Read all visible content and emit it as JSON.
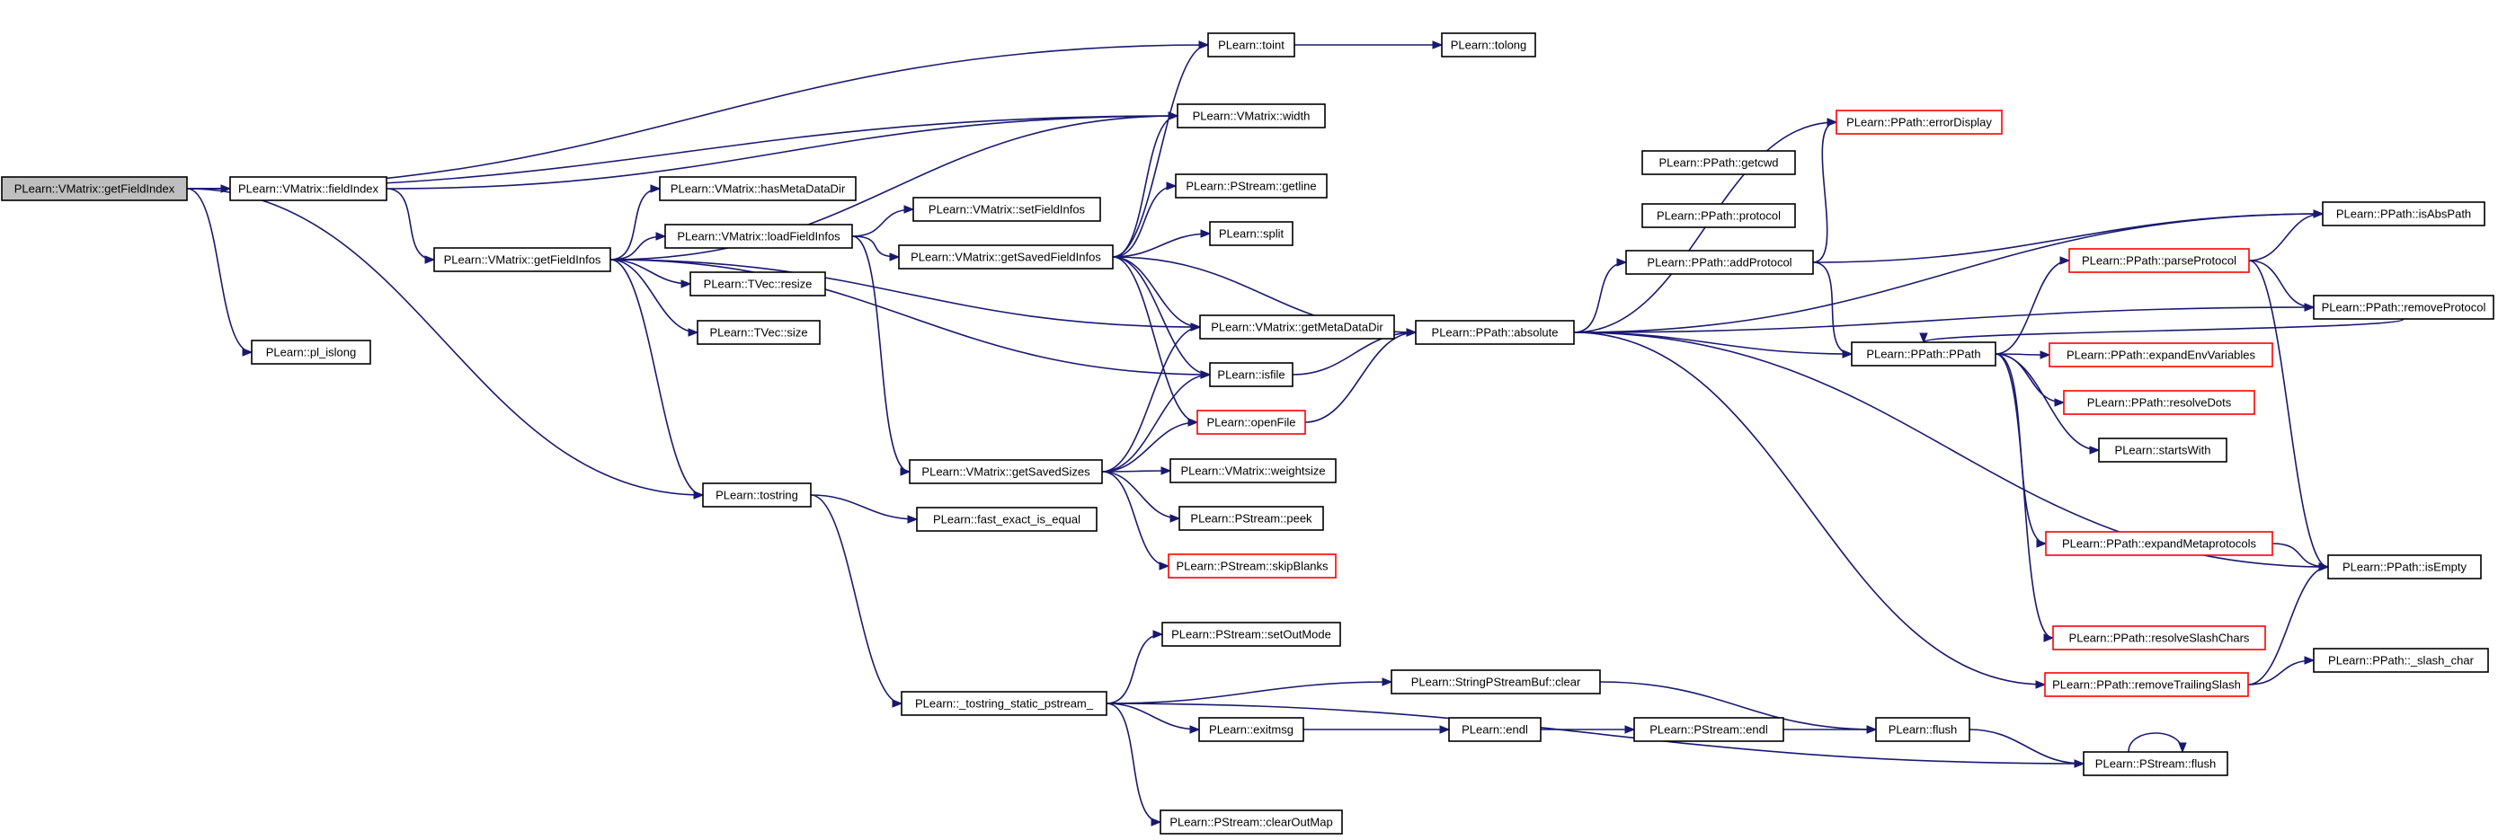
{
  "nodes": [
    {
      "id": "getFieldIndex",
      "label": "PLearn::VMatrix::getFieldIndex",
      "root": true
    },
    {
      "id": "fieldIndex",
      "label": "PLearn::VMatrix::fieldIndex"
    },
    {
      "id": "pl_islong",
      "label": "PLearn::pl_islong"
    },
    {
      "id": "getFieldInfos",
      "label": "PLearn::VMatrix::getFieldInfos"
    },
    {
      "id": "tostring",
      "label": "PLearn::tostring"
    },
    {
      "id": "hasMetaDataDir",
      "label": "PLearn::VMatrix::hasMetaDataDir"
    },
    {
      "id": "loadFieldInfos",
      "label": "PLearn::VMatrix::loadFieldInfos"
    },
    {
      "id": "resize",
      "label": "PLearn::TVec::resize"
    },
    {
      "id": "size",
      "label": "PLearn::TVec::size"
    },
    {
      "id": "setFieldInfos",
      "label": "PLearn::VMatrix::setFieldInfos"
    },
    {
      "id": "getSavedFieldInfos",
      "label": "PLearn::VMatrix::getSavedFieldInfos"
    },
    {
      "id": "getSavedSizes",
      "label": "PLearn::VMatrix::getSavedSizes"
    },
    {
      "id": "fast_exact_is_equal",
      "label": "PLearn::fast_exact_is_equal"
    },
    {
      "id": "tostring_static",
      "label": "PLearn::_tostring_static_pstream_"
    },
    {
      "id": "toint",
      "label": "PLearn::toint"
    },
    {
      "id": "width",
      "label": "PLearn::VMatrix::width"
    },
    {
      "id": "getline",
      "label": "PLearn::PStream::getline"
    },
    {
      "id": "split",
      "label": "PLearn::split"
    },
    {
      "id": "getMetaDataDir",
      "label": "PLearn::VMatrix::getMetaDataDir"
    },
    {
      "id": "isfile",
      "label": "PLearn::isfile"
    },
    {
      "id": "openFile",
      "label": "PLearn::openFile",
      "truncated": true
    },
    {
      "id": "weightsize",
      "label": "PLearn::VMatrix::weightsize"
    },
    {
      "id": "peek",
      "label": "PLearn::PStream::peek"
    },
    {
      "id": "skipBlanks",
      "label": "PLearn::PStream::skipBlanks",
      "truncated": true
    },
    {
      "id": "setOutMode",
      "label": "PLearn::PStream::setOutMode"
    },
    {
      "id": "exitmsg",
      "label": "PLearn::exitmsg"
    },
    {
      "id": "clearOutMap",
      "label": "PLearn::PStream::clearOutMap"
    },
    {
      "id": "tolong",
      "label": "PLearn::tolong"
    },
    {
      "id": "absolute",
      "label": "PLearn::PPath::absolute"
    },
    {
      "id": "sbclear",
      "label": "PLearn::StringPStreamBuf::clear"
    },
    {
      "id": "endl",
      "label": "PLearn::endl"
    },
    {
      "id": "getcwd",
      "label": "PLearn::PPath::getcwd"
    },
    {
      "id": "protocol",
      "label": "PLearn::PPath::protocol"
    },
    {
      "id": "addProtocol",
      "label": "PLearn::PPath::addProtocol"
    },
    {
      "id": "errorDisplay",
      "label": "PLearn::PPath::errorDisplay",
      "truncated": true
    },
    {
      "id": "PPath",
      "label": "PLearn::PPath::PPath"
    },
    {
      "id": "pstream_endl",
      "label": "PLearn::PStream::endl"
    },
    {
      "id": "flush",
      "label": "PLearn::flush"
    },
    {
      "id": "pstream_flush",
      "label": "PLearn::PStream::flush"
    },
    {
      "id": "removeTrailingSlash",
      "label": "PLearn::PPath::removeTrailingSlash",
      "truncated": true
    },
    {
      "id": "parseProtocol",
      "label": "PLearn::PPath::parseProtocol",
      "truncated": true
    },
    {
      "id": "expandEnvVariables",
      "label": "PLearn::PPath::expandEnvVariables",
      "truncated": true
    },
    {
      "id": "resolveDots",
      "label": "PLearn::PPath::resolveDots",
      "truncated": true
    },
    {
      "id": "startsWith",
      "label": "PLearn::startsWith"
    },
    {
      "id": "expandMetaprotocols",
      "label": "PLearn::PPath::expandMetaprotocols",
      "truncated": true
    },
    {
      "id": "resolveSlashChars",
      "label": "PLearn::PPath::resolveSlashChars",
      "truncated": true
    },
    {
      "id": "isAbsPath",
      "label": "PLearn::PPath::isAbsPath"
    },
    {
      "id": "removeProtocol",
      "label": "PLearn::PPath::removeProtocol"
    },
    {
      "id": "isEmpty",
      "label": "PLearn::PPath::isEmpty"
    },
    {
      "id": "slash_char",
      "label": "PLearn::PPath::_slash_char"
    }
  ],
  "edges": [
    [
      "getFieldIndex",
      "fieldIndex"
    ],
    [
      "getFieldIndex",
      "toint"
    ],
    [
      "getFieldIndex",
      "width"
    ],
    [
      "getFieldIndex",
      "tostring"
    ],
    [
      "getFieldIndex",
      "pl_islong"
    ],
    [
      "fieldIndex",
      "width"
    ],
    [
      "fieldIndex",
      "getFieldInfos"
    ],
    [
      "getFieldInfos",
      "width"
    ],
    [
      "getFieldInfos",
      "hasMetaDataDir"
    ],
    [
      "getFieldInfos",
      "loadFieldInfos"
    ],
    [
      "getFieldInfos",
      "resize"
    ],
    [
      "getFieldInfos",
      "size"
    ],
    [
      "getFieldInfos",
      "getMetaDataDir"
    ],
    [
      "getFieldInfos",
      "isfile"
    ],
    [
      "getFieldInfos",
      "tostring"
    ],
    [
      "loadFieldInfos",
      "setFieldInfos"
    ],
    [
      "loadFieldInfos",
      "getSavedFieldInfos"
    ],
    [
      "loadFieldInfos",
      "getSavedSizes"
    ],
    [
      "getSavedFieldInfos",
      "toint"
    ],
    [
      "getSavedFieldInfos",
      "width"
    ],
    [
      "getSavedFieldInfos",
      "getline"
    ],
    [
      "getSavedFieldInfos",
      "split"
    ],
    [
      "getSavedFieldInfos",
      "getMetaDataDir"
    ],
    [
      "getSavedFieldInfos",
      "isfile"
    ],
    [
      "getSavedFieldInfos",
      "openFile"
    ],
    [
      "getSavedFieldInfos",
      "absolute"
    ],
    [
      "getSavedSizes",
      "getMetaDataDir"
    ],
    [
      "getSavedSizes",
      "isfile"
    ],
    [
      "getSavedSizes",
      "openFile"
    ],
    [
      "getSavedSizes",
      "weightsize"
    ],
    [
      "getSavedSizes",
      "peek"
    ],
    [
      "getSavedSizes",
      "skipBlanks"
    ],
    [
      "tostring",
      "fast_exact_is_equal"
    ],
    [
      "tostring",
      "tostring_static"
    ],
    [
      "tostring_static",
      "setOutMode"
    ],
    [
      "tostring_static",
      "sbclear"
    ],
    [
      "tostring_static",
      "exitmsg"
    ],
    [
      "tostring_static",
      "pstream_flush"
    ],
    [
      "tostring_static",
      "clearOutMap"
    ],
    [
      "toint",
      "tolong"
    ],
    [
      "isfile",
      "absolute"
    ],
    [
      "openFile",
      "absolute"
    ],
    [
      "exitmsg",
      "endl"
    ],
    [
      "endl",
      "pstream_endl"
    ],
    [
      "pstream_endl",
      "flush"
    ],
    [
      "sbclear",
      "flush"
    ],
    [
      "flush",
      "pstream_flush"
    ],
    [
      "pstream_flush",
      "pstream_flush"
    ],
    [
      "absolute",
      "errorDisplay"
    ],
    [
      "absolute",
      "addProtocol"
    ],
    [
      "absolute",
      "isAbsPath"
    ],
    [
      "absolute",
      "PPath"
    ],
    [
      "absolute",
      "removeProtocol"
    ],
    [
      "absolute",
      "isEmpty"
    ],
    [
      "absolute",
      "removeTrailingSlash"
    ],
    [
      "addProtocol",
      "errorDisplay"
    ],
    [
      "addProtocol",
      "isAbsPath"
    ],
    [
      "addProtocol",
      "PPath"
    ],
    [
      "PPath",
      "parseProtocol"
    ],
    [
      "PPath",
      "expandEnvVariables"
    ],
    [
      "PPath",
      "resolveDots"
    ],
    [
      "PPath",
      "startsWith"
    ],
    [
      "PPath",
      "expandMetaprotocols"
    ],
    [
      "PPath",
      "resolveSlashChars"
    ],
    [
      "parseProtocol",
      "isAbsPath"
    ],
    [
      "parseProtocol",
      "removeProtocol"
    ],
    [
      "parseProtocol",
      "isEmpty"
    ],
    [
      "removeProtocol",
      "PPath"
    ],
    [
      "expandMetaprotocols",
      "isEmpty"
    ],
    [
      "removeTrailingSlash",
      "isEmpty"
    ],
    [
      "removeTrailingSlash",
      "slash_char"
    ]
  ]
}
